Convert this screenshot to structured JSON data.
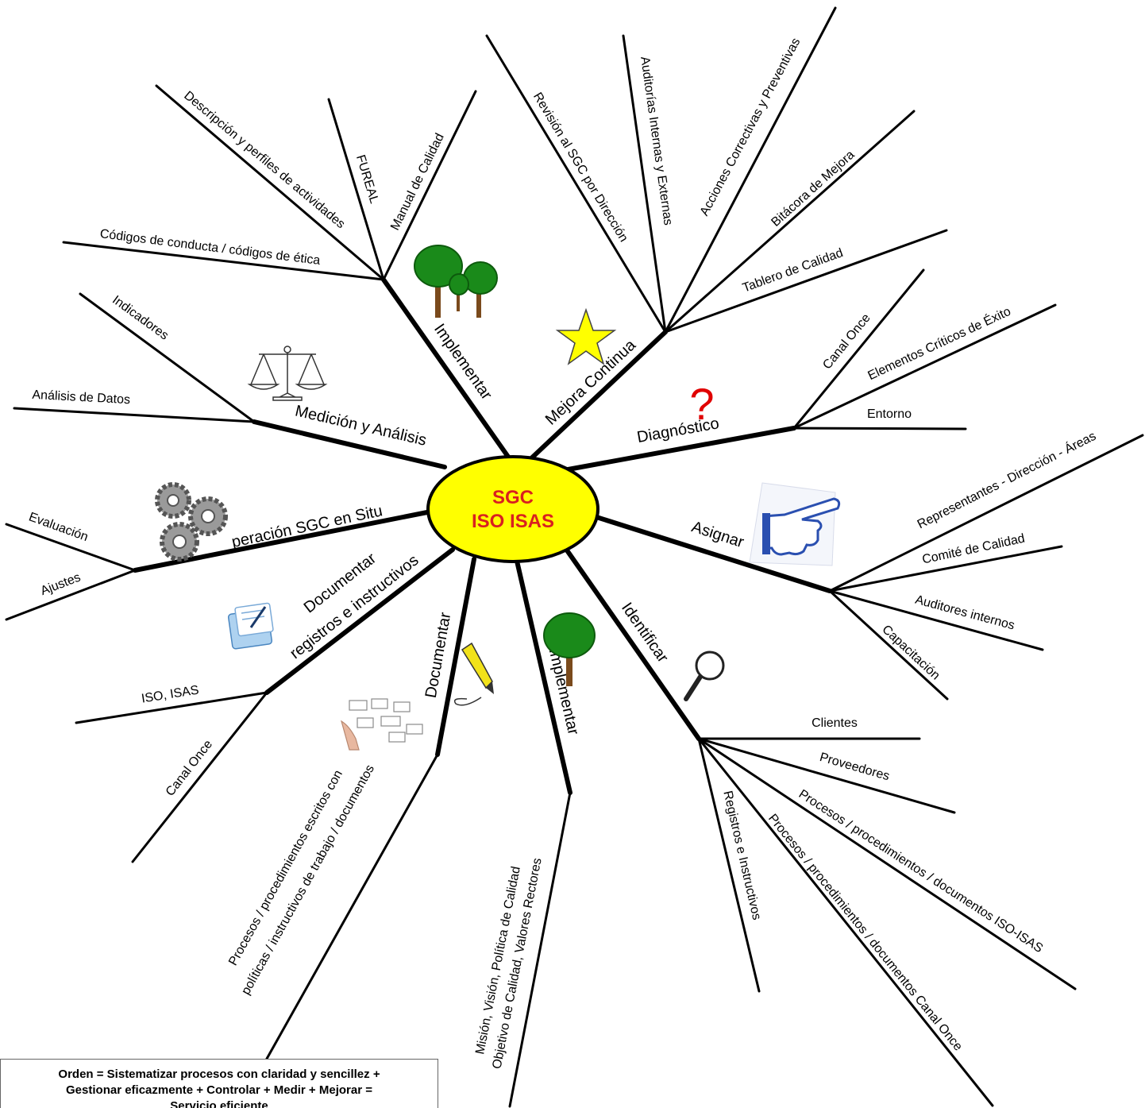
{
  "center": {
    "line1": "SGC",
    "line2": "ISO ISAS"
  },
  "branches": {
    "implementar_top": "Implementar",
    "mejora": "Mejora Continua",
    "diagnostico": "Diagnóstico",
    "asignar": "Asignar",
    "identificar": "Identificar",
    "implementar_bottom": "Implementar",
    "documentar": "Documentar",
    "doc_registros_1": "Documentar",
    "doc_registros_2": "registros e instructivos",
    "operacion": "peración SGC en Situ",
    "medicion": "Medición y Análisis"
  },
  "leaves": {
    "descripcion": "Descripción y perfiles de actividades",
    "fureal": "FUREAL",
    "manual": "Manual de Calidad",
    "codigos": "Códigos de conducta / códigos de ética",
    "revision": "Revisión al SGC por Dirección",
    "auditorias": "Auditorías Internas y Externas",
    "acciones": "Acciones Correctivas y Preventivas",
    "bitacora": "Bitácora de Mejora",
    "tablero": "Tablero de Calidad",
    "canal_once_diag": "Canal Once",
    "elementos": "Elementos Críticos de Éxito",
    "entorno": "Entorno",
    "representantes": "Representantes - Dirección - Áreas",
    "comite": "Comité de Calidad",
    "auditores": "Auditores internos",
    "capacitacion": "Capacitación",
    "clientes": "Clientes",
    "proveedores": "Proveedores",
    "procesos_iso": "Procesos / procedimientos / documentos ISO-ISAS",
    "procesos_canal": "Procesos / procedimientos / documentos Canal Once",
    "registros": "Registros e Instructivos",
    "mision_1": "Misión, Visión, Política de Calidad",
    "mision_2": "Objetivo de Calidad, Valores Rectores",
    "procesos_escritos_1": "Procesos / procedimientos escritos con",
    "procesos_escritos_2": "políticas / instructivos de trabajo / documentos",
    "iso_isas": "ISO, ISAS",
    "canal_once_doc": "Canal Once",
    "evaluacion": "Evaluación",
    "ajustes": "Ajustes",
    "indicadores": "Indicadores",
    "analisis_datos": "Análisis de Datos"
  },
  "icons": [
    "trees-icon",
    "star-icon",
    "question-mark-icon",
    "pointing-hand-icon",
    "magnifier-icon",
    "tree-icon",
    "pencil-icon",
    "flowchart-icon",
    "document-icon",
    "gears-icon",
    "balance-scale-icon"
  ],
  "formula": {
    "line1": "Orden = Sistematizar procesos con claridad y sencillez +",
    "line2": "Gestionar eficazmente + Controlar + Medir + Mejorar =",
    "line3": "Servicio eficiente"
  },
  "colors": {
    "center_fill": "#ffff00",
    "center_text": "#d92020",
    "question": "#e00000",
    "star": "#ffff00",
    "hand": "#2a4fb0"
  }
}
